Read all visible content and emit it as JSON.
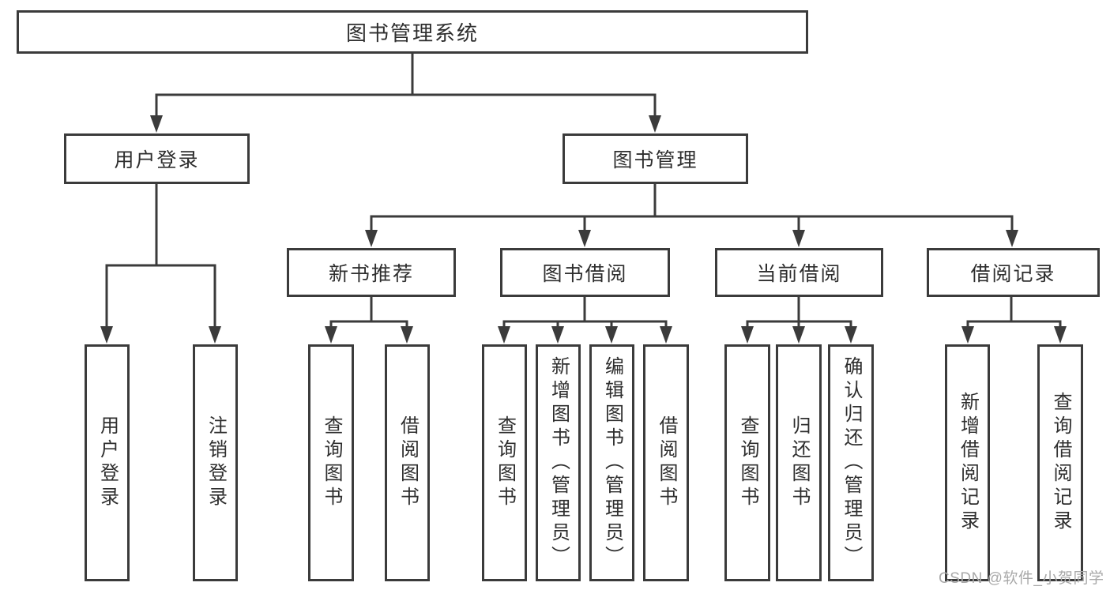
{
  "diagram": {
    "title": "图书管理系统",
    "branches": [
      {
        "label": "用户登录",
        "leaves": [
          "用户登录",
          "注销登录"
        ]
      },
      {
        "label": "图书管理",
        "children": [
          {
            "label": "新书推荐",
            "leaves": [
              "查询图书",
              "借阅图书"
            ]
          },
          {
            "label": "图书借阅",
            "leaves": [
              "查询图书",
              "新增图书（管理员）",
              "编辑图书（管理员）",
              "借阅图书"
            ]
          },
          {
            "label": "当前借阅",
            "leaves": [
              "查询图书",
              "归还图书",
              "确认归还（管理员）"
            ]
          },
          {
            "label": "借阅记录",
            "leaves": [
              "新增借阅记录",
              "查询借阅记录"
            ]
          }
        ]
      }
    ]
  },
  "watermark": "CSDN @软件_小贺同学",
  "colors": {
    "line": "#3b3b3b",
    "box_border": "#3b3b3b",
    "box_background": "#ffffff",
    "text": "#2e2e2e",
    "watermark": "#a9a9a9",
    "page_background": "#ffffff"
  }
}
